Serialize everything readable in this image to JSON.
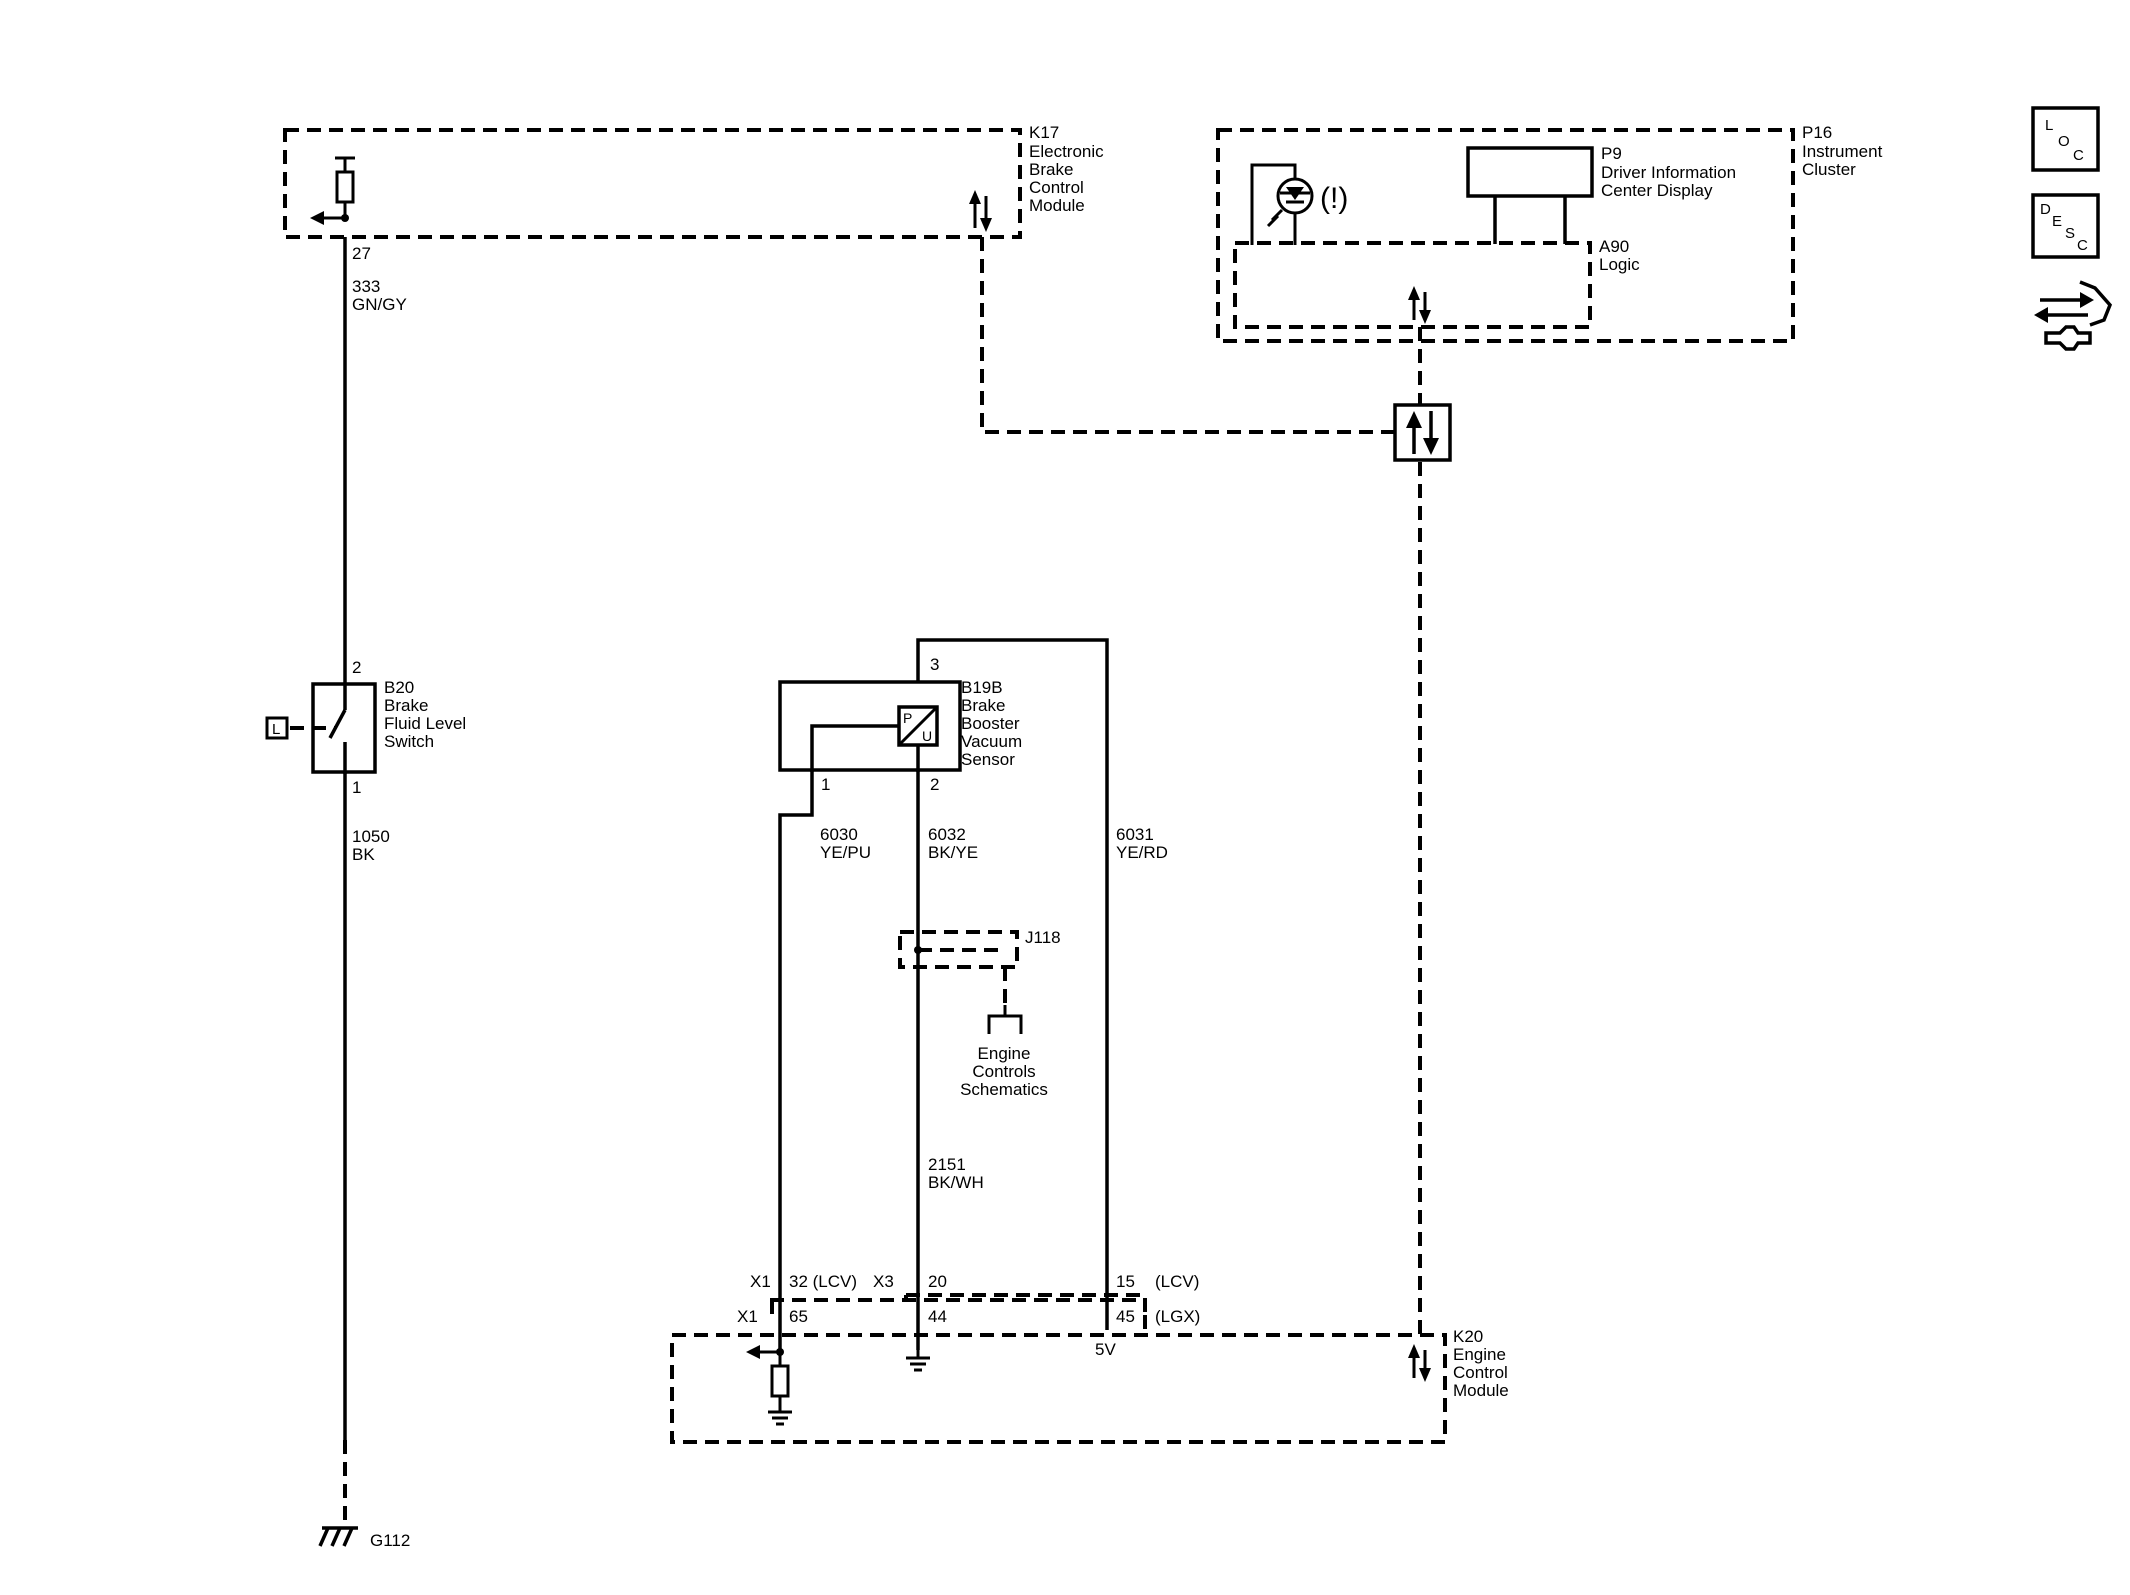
{
  "modules": {
    "k17": {
      "id": "K17",
      "lines": [
        "Electronic",
        "Brake",
        "Control",
        "Module"
      ],
      "pin": "27"
    },
    "p16": {
      "id": "P16",
      "lines": [
        "Instrument",
        "Cluster"
      ]
    },
    "p9": {
      "id": "P9",
      "lines": [
        "Driver Information",
        "Center Display"
      ]
    },
    "a90": {
      "id": "A90",
      "lines": [
        "Logic"
      ]
    },
    "b20": {
      "id": "B20",
      "lines": [
        "Brake",
        "Fluid Level",
        "Switch"
      ],
      "pin_top": "2",
      "pin_bottom": "1",
      "l_label": "L"
    },
    "b19b": {
      "id": "B19B",
      "lines": [
        "Brake",
        "Booster",
        "Vacuum",
        "Sensor"
      ],
      "pin3": "3",
      "pin1": "1",
      "pin2": "2",
      "sensor_p": "P",
      "sensor_u": "U"
    },
    "j118": {
      "id": "J118"
    },
    "engine_controls": {
      "lines": [
        "Engine",
        "Controls",
        "Schematics"
      ]
    },
    "k20": {
      "id": "K20",
      "lines": [
        "Engine",
        "Control",
        "Module"
      ]
    },
    "g112": {
      "id": "G112"
    }
  },
  "wires": {
    "w333": {
      "num": "333",
      "color": "GN/GY"
    },
    "w1050": {
      "num": "1050",
      "color": "BK"
    },
    "w6030": {
      "num": "6030",
      "color": "YE/PU"
    },
    "w6032": {
      "num": "6032",
      "color": "BK/YE"
    },
    "w6031": {
      "num": "6031",
      "color": "YE/RD"
    },
    "w2151": {
      "num": "2151",
      "color": "BK/WH"
    }
  },
  "connectors": {
    "x1_upper": "X1",
    "x1_upper_pin": "32 (LCV)",
    "x3": "X3",
    "x3_pin20": "20",
    "x3_pin15": "15",
    "x3_lcv": "(LCV)",
    "x1_lower": "X1",
    "x1_pin65": "65",
    "x1_pin44": "44",
    "x1_pin45": "45",
    "x1_lgx": "(LGX)",
    "ref_5v": "5V"
  },
  "toolbar": {
    "loc": {
      "l": "L",
      "o": "O",
      "c": "C"
    },
    "desc": {
      "d": "D",
      "e": "E",
      "s": "S",
      "c": "C"
    }
  },
  "warning_symbol": "(!)"
}
